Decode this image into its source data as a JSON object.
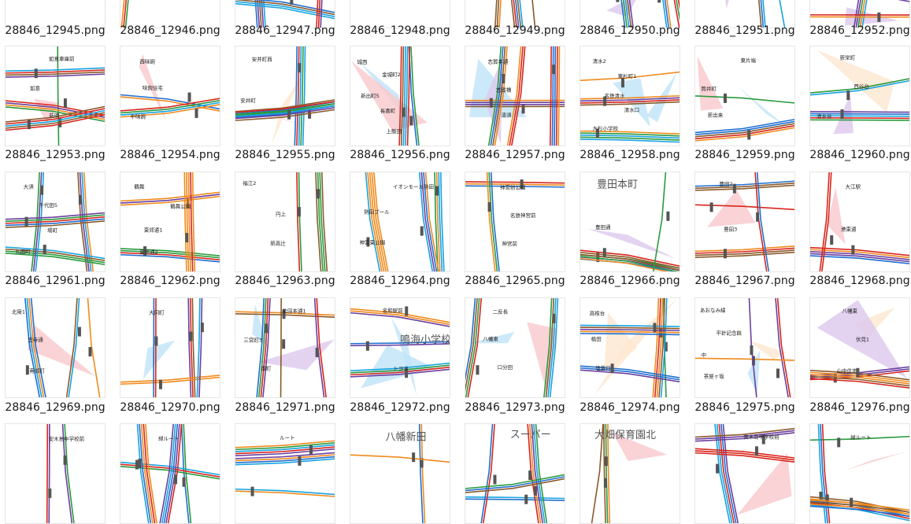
{
  "view": "explorer-large-icons",
  "files": [
    "28846_12945.png",
    "28846_12946.png",
    "28846_12947.png",
    "28846_12948.png",
    "28846_12949.png",
    "28846_12950.png",
    "28846_12951.png",
    "28846_12952.png",
    "28846_12953.png",
    "28846_12954.png",
    "28846_12955.png",
    "28846_12956.png",
    "28846_12957.png",
    "28846_12958.png",
    "28846_12959.png",
    "28846_12960.png",
    "28846_12961.png",
    "28846_12962.png",
    "28846_12963.png",
    "28846_12964.png",
    "28846_12965.png",
    "28846_12966.png",
    "28846_12967.png",
    "28846_12968.png",
    "28846_12969.png",
    "28846_12970.png",
    "28846_12971.png",
    "28846_12972.png",
    "28846_12973.png",
    "28846_12974.png",
    "28846_12975.png",
    "28846_12976.png",
    "",
    "",
    "",
    "",
    "",
    "",
    "",
    ""
  ],
  "thumb_labels": {
    "12953": [
      "如意車庫前",
      "如意",
      "新明"
    ],
    "12954": [
      "西味鋺",
      "味鋺住宅",
      "中味鋺"
    ],
    "12955": [
      "安井町西",
      "安井町"
    ],
    "12956": [
      "城西",
      "金城町2",
      "新出町5",
      "長喜町",
      "上飯田"
    ],
    "12957": [
      "志賀本通",
      "志賀橋",
      "清須"
    ],
    "12958": [
      "清水2",
      "東杉町1",
      "名鉄清水",
      "清水口",
      "大杉小学校"
    ],
    "12959": [
      "東片端",
      "筒井町",
      "新出来"
    ],
    "12960": [
      "新栄町",
      "西谷台",
      "清水台"
    ],
    "12961": [
      "大須",
      "千代田5",
      "場町",
      "丸田町"
    ],
    "12962": [
      "鶴舞",
      "鶴舞公園",
      "東郊通1",
      "東郊通2"
    ],
    "12963": [
      "福江2",
      "円上",
      "新高辻"
    ],
    "12964": [
      "イオンモール熱田",
      "熱田プール",
      "神宮東公園"
    ],
    "12965": [
      "神宮前公園",
      "名鉄神宮前",
      "神宮前"
    ],
    "12966": [
      "豊田本町",
      "豊田通"
    ],
    "12967": [
      "豊田2",
      "豊田3"
    ],
    "12968": [
      "大江駅",
      "港東通"
    ],
    "12969": [
      "北陵1",
      "笠寺通",
      "南郊町"
    ],
    "12970": [
      "大同町"
    ],
    "12971": [
      "柴田本通1",
      "三宮町3",
      "泰町"
    ],
    "12972": [
      "名和駅前",
      "鳴海小学校東",
      "トヨタ"
    ],
    "12973": [
      "二反長",
      "八幡東",
      "口分田"
    ],
    "12974": [
      "高根台",
      "植田",
      "塩釜口"
    ],
    "12975": [
      "あおなみ線",
      "平針記念館",
      "中",
      "茶屋ヶ坂"
    ],
    "12976": [
      "八幡東",
      "伏見1",
      "山中住宅"
    ],
    "row5": [
      "安木島中学校前",
      "緑ルート",
      "ルート",
      "八幡新田",
      "スーパー",
      "大畑保育園北"
    ]
  },
  "colors": {
    "route_red": "#d9251c",
    "route_blue": "#1f6fd1",
    "route_orange": "#f08a1c",
    "route_green": "#2a9a3e",
    "route_purple": "#6a3fa0",
    "route_cyan": "#18a3e0",
    "route_brown": "#8a5a2b",
    "bg_pink": "#f9c8cc",
    "bg_purple": "#dcc8ec",
    "bg_peach": "#fde7cf",
    "bg_blue": "#bfe4f7",
    "stop_gray": "#555555"
  }
}
